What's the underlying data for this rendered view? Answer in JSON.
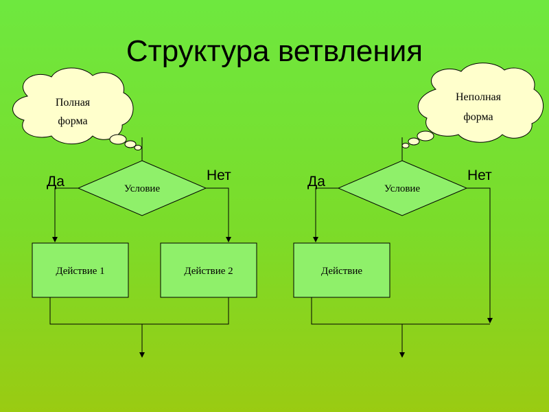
{
  "title": "Структура ветвления",
  "left": {
    "cloud_line1": "Полная",
    "cloud_line2": "форма",
    "condition": "Условие",
    "yes": "Да",
    "no": "Нет",
    "action1": "Действие 1",
    "action2": "Действие 2"
  },
  "right": {
    "cloud_line1": "Неполная",
    "cloud_line2": "форма",
    "condition": "Условие",
    "yes": "Да",
    "no": "Нет",
    "action": "Действие"
  },
  "colors": {
    "background_top": "#6ee83f",
    "background_bottom": "#9acb12",
    "shape_fill": "#8ff06a",
    "cloud_fill": "#ffffcc"
  }
}
